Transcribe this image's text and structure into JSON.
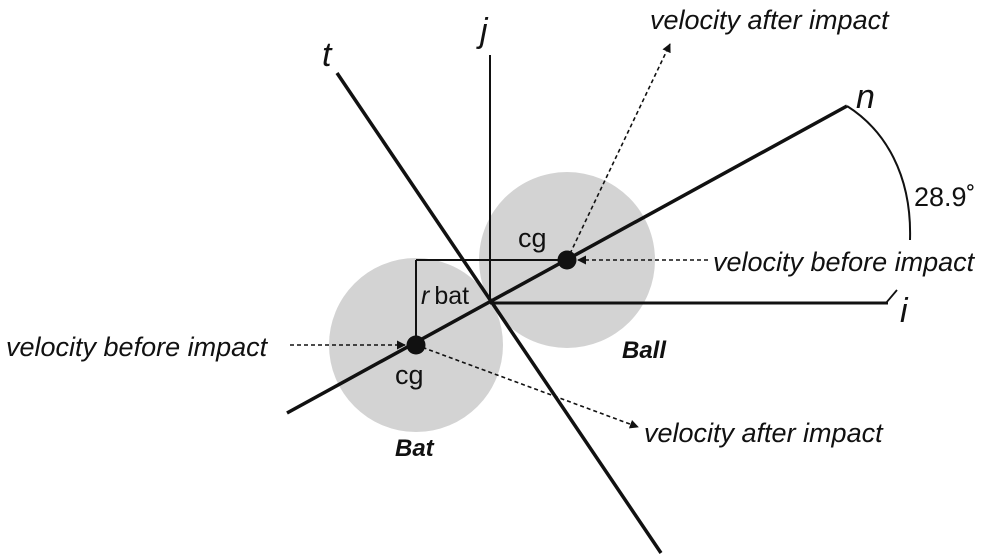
{
  "axes": {
    "j_label": "j",
    "t_label": "t",
    "n_label": "n",
    "i_label": "i"
  },
  "angle": {
    "label": "28.9˚"
  },
  "ball": {
    "name": "Ball",
    "cg_label": "cg",
    "velocity_before": "velocity before impact",
    "velocity_after": "velocity after impact",
    "color": "#d3d3d3"
  },
  "bat": {
    "name": "Bat",
    "cg_label": "cg",
    "velocity_before": "velocity before impact",
    "velocity_after": "velocity after impact",
    "r_label": "r",
    "r_suffix": "bat",
    "color": "#d3d3d3"
  }
}
